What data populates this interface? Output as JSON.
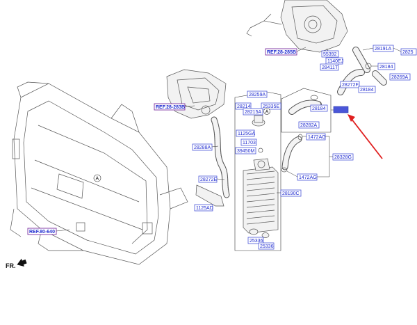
{
  "diagram": {
    "refs": {
      "ref_2828b": "REF.28-285B",
      "ref_2828a": "REF.28-283B",
      "ref_8064": "REF.80-640"
    },
    "labels": {
      "p28191a": "28191A",
      "p2825": "2825",
      "p55392": "55392",
      "p1140ej": "1140EJ",
      "p28411t": "28411T",
      "p28184_top": "28184",
      "p28272f": "28272F",
      "p28184_mid": "28184",
      "p28269a": "28269A",
      "p28259a": "28259A",
      "p28214": "28214",
      "p28215a": "28215A",
      "p25335e": "25335E",
      "p28184_hose": "28184",
      "p28282a": "28282A",
      "p1125ga": "1125GA",
      "p11703": "11703",
      "p39450m": "39450M",
      "p1472ag_top": "1472AG",
      "p28328g": "28328G",
      "p1472ag_bot": "1472AG",
      "p28288a": "28288A",
      "p28272e": "28272E",
      "p1125ad": "1125AD",
      "p28190c": "28190C",
      "p25336_a": "25336",
      "p25336_b": "25336",
      "circle_a1": "A",
      "circle_a2": "A",
      "fr": "FR."
    },
    "highlight_color": "#e02020",
    "label_color": "#1f2bd0"
  }
}
